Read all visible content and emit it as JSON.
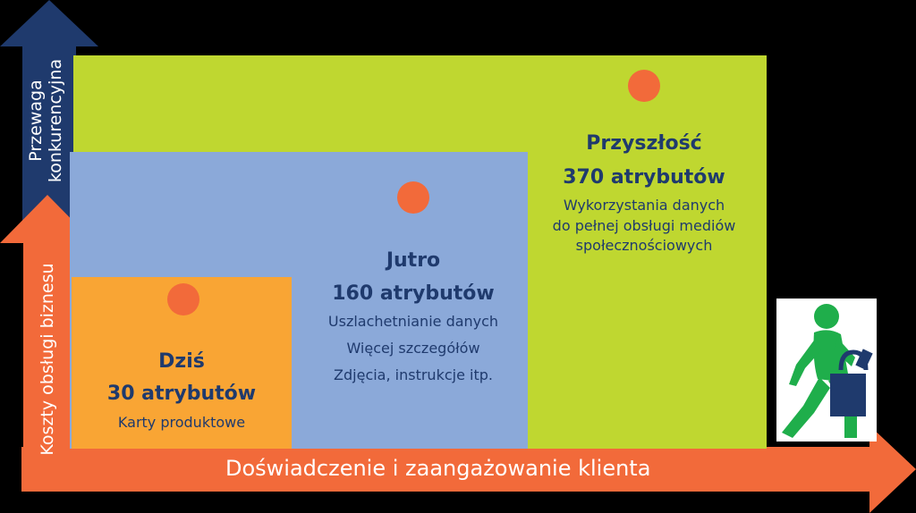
{
  "colors": {
    "background": "#000000",
    "future_box": "#bfd730",
    "tomorrow_box": "#8ba9d9",
    "today_box": "#f9a534",
    "dot": "#f26a3a",
    "text_dark": "#1f3a6d",
    "axis_orange": "#f26a3a",
    "axis_blue": "#1f3a6d"
  },
  "axes": {
    "y_blue_label_line1": "Przewaga",
    "y_blue_label_line2": "konkurencyjna",
    "y_orange_label": "Koszty obsługi biznesu",
    "x_label": "Doświadczenie i zaangażowanie klienta"
  },
  "stages": {
    "today": {
      "title": "Dziś",
      "count": "30 atrybutów",
      "lines": [
        "Karty produktowe"
      ]
    },
    "tomorrow": {
      "title": "Jutro",
      "count": "160 atrybutów",
      "lines": [
        "Uszlachetnianie danych",
        "Więcej szczegółów",
        "Zdjęcia, instrukcje itp."
      ]
    },
    "future": {
      "title": "Przyszłość",
      "count": "370 atrybutów",
      "lines": [
        "Wykorzystania danych",
        "do pełnej obsługi mediów",
        "społecznościowych"
      ]
    }
  },
  "icons": {
    "shopper": "walking-shopper-icon"
  }
}
